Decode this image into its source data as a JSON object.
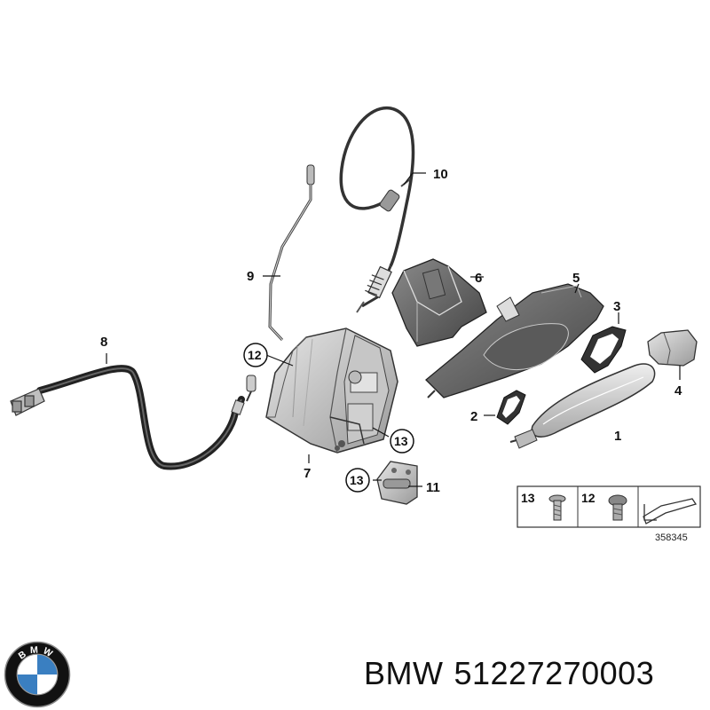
{
  "callouts": {
    "c1": "1",
    "c2": "2",
    "c3": "3",
    "c4": "4",
    "c5": "5",
    "c6": "6",
    "c7": "7",
    "c8": "8",
    "c9": "9",
    "c10": "10",
    "c11": "11",
    "c12": "12",
    "c13a": "13",
    "c13b": "13"
  },
  "legend": {
    "item13": "13",
    "item12": "12"
  },
  "diagram_number": "358345",
  "caption": {
    "brand": "BMW",
    "part_number": "51227270003"
  },
  "logo": {
    "letters": "BMW",
    "colors": {
      "blue": "#3a7fc1",
      "black": "#111111",
      "white": "#ffffff"
    }
  }
}
